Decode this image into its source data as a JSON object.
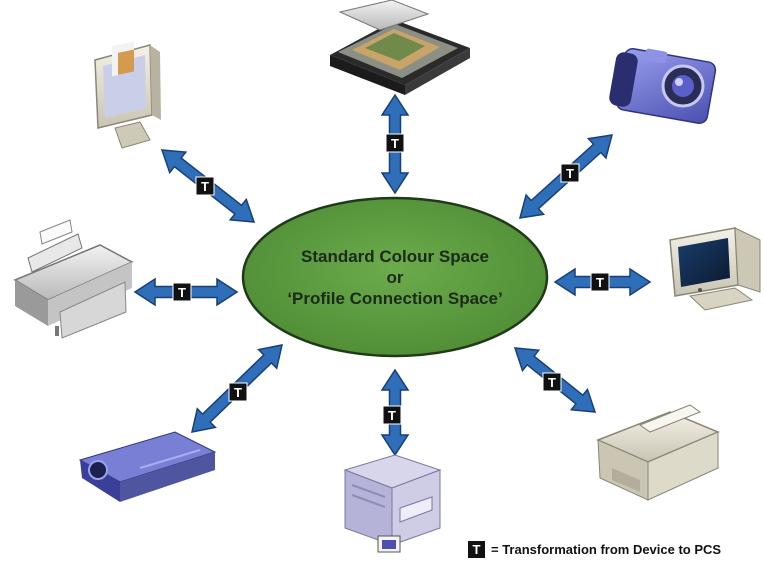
{
  "hub": {
    "line1": "Standard Colour Space",
    "line2": "or",
    "line3": "‘Profile Connection Space’"
  },
  "transform_badge": "T",
  "legend": {
    "symbol": "T",
    "text": "= Transformation from Device to PCS"
  },
  "devices": [
    {
      "name": "scanner",
      "icon": "scanner-icon"
    },
    {
      "name": "digital camera",
      "icon": "camera-icon"
    },
    {
      "name": "crt monitor",
      "icon": "crt-monitor-icon"
    },
    {
      "name": "laser printer",
      "icon": "laser-printer-icon"
    },
    {
      "name": "proof printer",
      "icon": "proof-printer-icon"
    },
    {
      "name": "projector",
      "icon": "projector-icon"
    },
    {
      "name": "wide-format printer",
      "icon": "wide-format-printer-icon"
    },
    {
      "name": "lcd monitor",
      "icon": "lcd-monitor-icon"
    }
  ],
  "colors": {
    "ellipse_fill": "#5a9a3e",
    "ellipse_stroke": "#1f3a18",
    "arrow_fill": "#2f6fba",
    "arrow_stroke": "#1a3f74",
    "badge_fill": "#111111"
  }
}
